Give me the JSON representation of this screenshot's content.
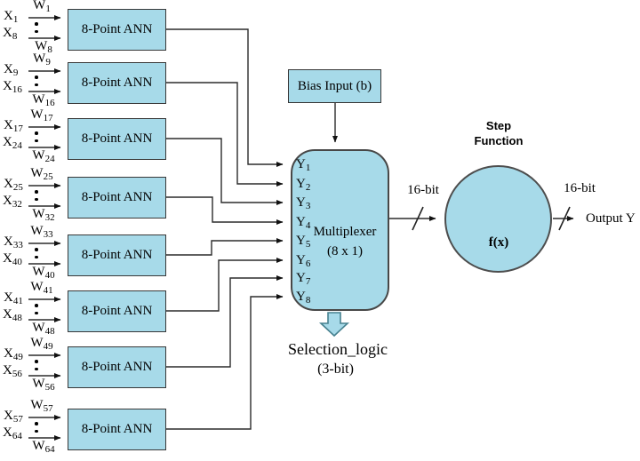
{
  "colors": {
    "node_fill": "#a7dae9",
    "node_border": "#383838",
    "wire": "#2b2b2b",
    "block_arrow_border": "#46818f"
  },
  "ann_rows": [
    {
      "label": "8-Point ANN",
      "x_top": {
        "base": "X",
        "sub": "1"
      },
      "w_top": {
        "base": "W",
        "sub": "1"
      },
      "x_bot": {
        "base": "X",
        "sub": "8"
      },
      "w_bot": {
        "base": "W",
        "sub": "8"
      }
    },
    {
      "label": "8-Point ANN",
      "x_top": {
        "base": "X",
        "sub": "9"
      },
      "w_top": {
        "base": "W",
        "sub": "9"
      },
      "x_bot": {
        "base": "X",
        "sub": "16"
      },
      "w_bot": {
        "base": "W",
        "sub": "16"
      }
    },
    {
      "label": "8-Point ANN",
      "x_top": {
        "base": "X",
        "sub": "17"
      },
      "w_top": {
        "base": "W",
        "sub": "17"
      },
      "x_bot": {
        "base": "X",
        "sub": "24"
      },
      "w_bot": {
        "base": "W",
        "sub": "24"
      }
    },
    {
      "label": "8-Point ANN",
      "x_top": {
        "base": "X",
        "sub": "25"
      },
      "w_top": {
        "base": "W",
        "sub": "25"
      },
      "x_bot": {
        "base": "X",
        "sub": "32"
      },
      "w_bot": {
        "base": "W",
        "sub": "32"
      }
    },
    {
      "label": "8-Point ANN",
      "x_top": {
        "base": "X",
        "sub": "33"
      },
      "w_top": {
        "base": "W",
        "sub": "33"
      },
      "x_bot": {
        "base": "X",
        "sub": "40"
      },
      "w_bot": {
        "base": "W",
        "sub": "40"
      }
    },
    {
      "label": "8-Point ANN",
      "x_top": {
        "base": "X",
        "sub": "41"
      },
      "w_top": {
        "base": "W",
        "sub": "41"
      },
      "x_bot": {
        "base": "X",
        "sub": "48"
      },
      "w_bot": {
        "base": "W",
        "sub": "48"
      }
    },
    {
      "label": "8-Point ANN",
      "x_top": {
        "base": "X",
        "sub": "49"
      },
      "w_top": {
        "base": "W",
        "sub": "49"
      },
      "x_bot": {
        "base": "X",
        "sub": "56"
      },
      "w_bot": {
        "base": "W",
        "sub": "56"
      }
    },
    {
      "label": "8-Point ANN",
      "x_top": {
        "base": "X",
        "sub": "57"
      },
      "w_top": {
        "base": "W",
        "sub": "57"
      },
      "x_bot": {
        "base": "X",
        "sub": "64"
      },
      "w_bot": {
        "base": "W",
        "sub": "64"
      }
    }
  ],
  "bias": {
    "label": "Bias Input (b)"
  },
  "mux": {
    "title_line1": "Multiplexer",
    "title_line2": "(8 x 1)",
    "inputs": [
      {
        "base": "Y",
        "sub": "1"
      },
      {
        "base": "Y",
        "sub": "2"
      },
      {
        "base": "Y",
        "sub": "3"
      },
      {
        "base": "Y",
        "sub": "4"
      },
      {
        "base": "Y",
        "sub": "5"
      },
      {
        "base": "Y",
        "sub": "6"
      },
      {
        "base": "Y",
        "sub": "7"
      },
      {
        "base": "Y",
        "sub": "8"
      }
    ]
  },
  "selection": {
    "line1": "Selection_logic",
    "line2": "(3-bit)"
  },
  "buses": {
    "left": "16-bit",
    "right": "16-bit"
  },
  "activation": {
    "title_line1": "Step",
    "title_line2": "Function",
    "fx": "f(x)"
  },
  "output": {
    "label": "Output Y"
  }
}
